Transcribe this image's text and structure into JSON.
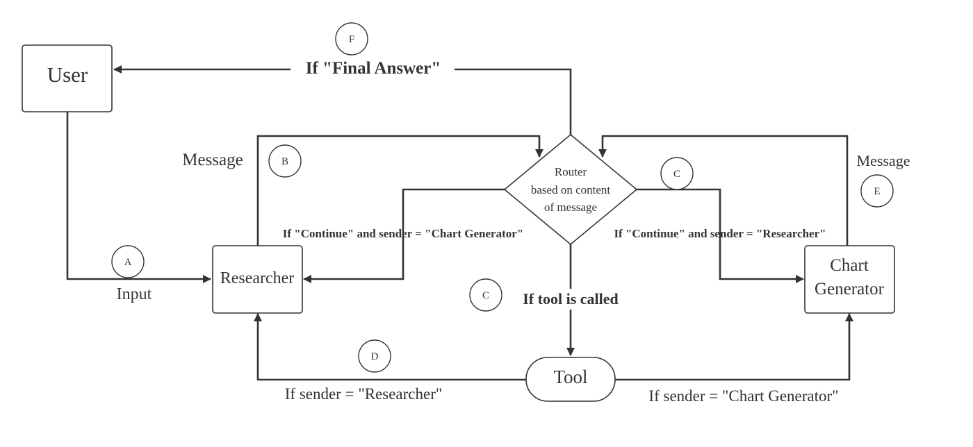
{
  "nodes": {
    "user": "User",
    "researcher": "Researcher",
    "router": [
      "Router",
      "based on content",
      "of message"
    ],
    "chart_generator": [
      "Chart",
      "Generator"
    ],
    "tool": "Tool"
  },
  "markers": {
    "a": "A",
    "b": "B",
    "c1": "C",
    "c2": "C",
    "d": "D",
    "e": "E",
    "f": "F"
  },
  "edge_labels": {
    "final_answer": "If \"Final Answer\"",
    "message_left": "Message",
    "message_right": "Message",
    "continue_to_researcher": "If \"Continue\" and sender = \"Chart Generator\"",
    "continue_to_chart": "If \"Continue\" and sender = \"Researcher\"",
    "input": "Input",
    "tool_called": "If tool is called",
    "sender_researcher": "If sender = \"Researcher\"",
    "sender_chart": "If sender = \"Chart Generator\""
  }
}
